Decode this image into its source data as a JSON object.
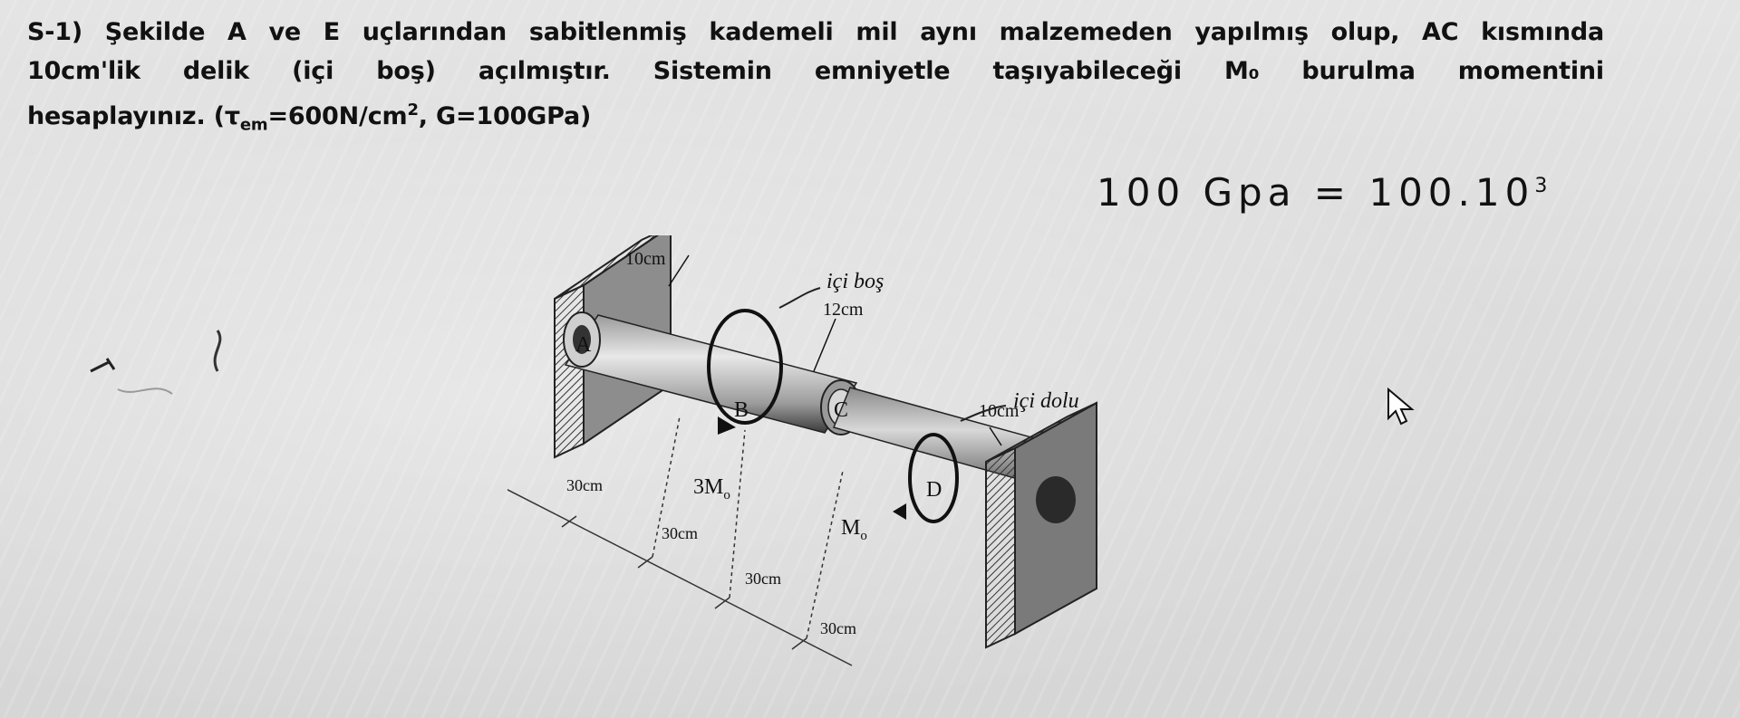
{
  "problem": {
    "line1": "S-1) Şekilde A ve E uçlarından sabitlenmiş kademeli mil aynı malzemeden yapılmış olup, AC kısmında",
    "line2": "10cm'lik delik (içi boş) açılmıştır. Sistemin emniyetle taşıyabileceği M₀ burulma momentini",
    "line3_pre": "hesaplayınız. (τ",
    "line3_sub": "em",
    "line3_mid": "=600N/cm",
    "line3_sup": "2",
    "line3_post": ", G=100GPa)"
  },
  "handwritten": {
    "note_main": "100 Gpa = 100.10",
    "note_sup": "3",
    "anno_top": "içi boş",
    "anno_right": "içi dolu"
  },
  "figure": {
    "labels": {
      "A": "A",
      "B": "B",
      "C": "C",
      "D": "D",
      "d_hole": "10cm",
      "d_mid": "12cm",
      "d_right": "10cm",
      "torque_b": "3M",
      "torque_b_sub": "o",
      "torque_d": "M",
      "torque_d_sub": "o",
      "dim1": "30cm",
      "dim2": "30cm",
      "dim3": "30cm",
      "dim4": "30cm"
    }
  },
  "colors": {
    "text": "#111111",
    "background": "#dcdcdc",
    "shaft_light": "#cfcfcf",
    "shaft_dark": "#5a5a5a",
    "wall": "#8a8a8a"
  }
}
